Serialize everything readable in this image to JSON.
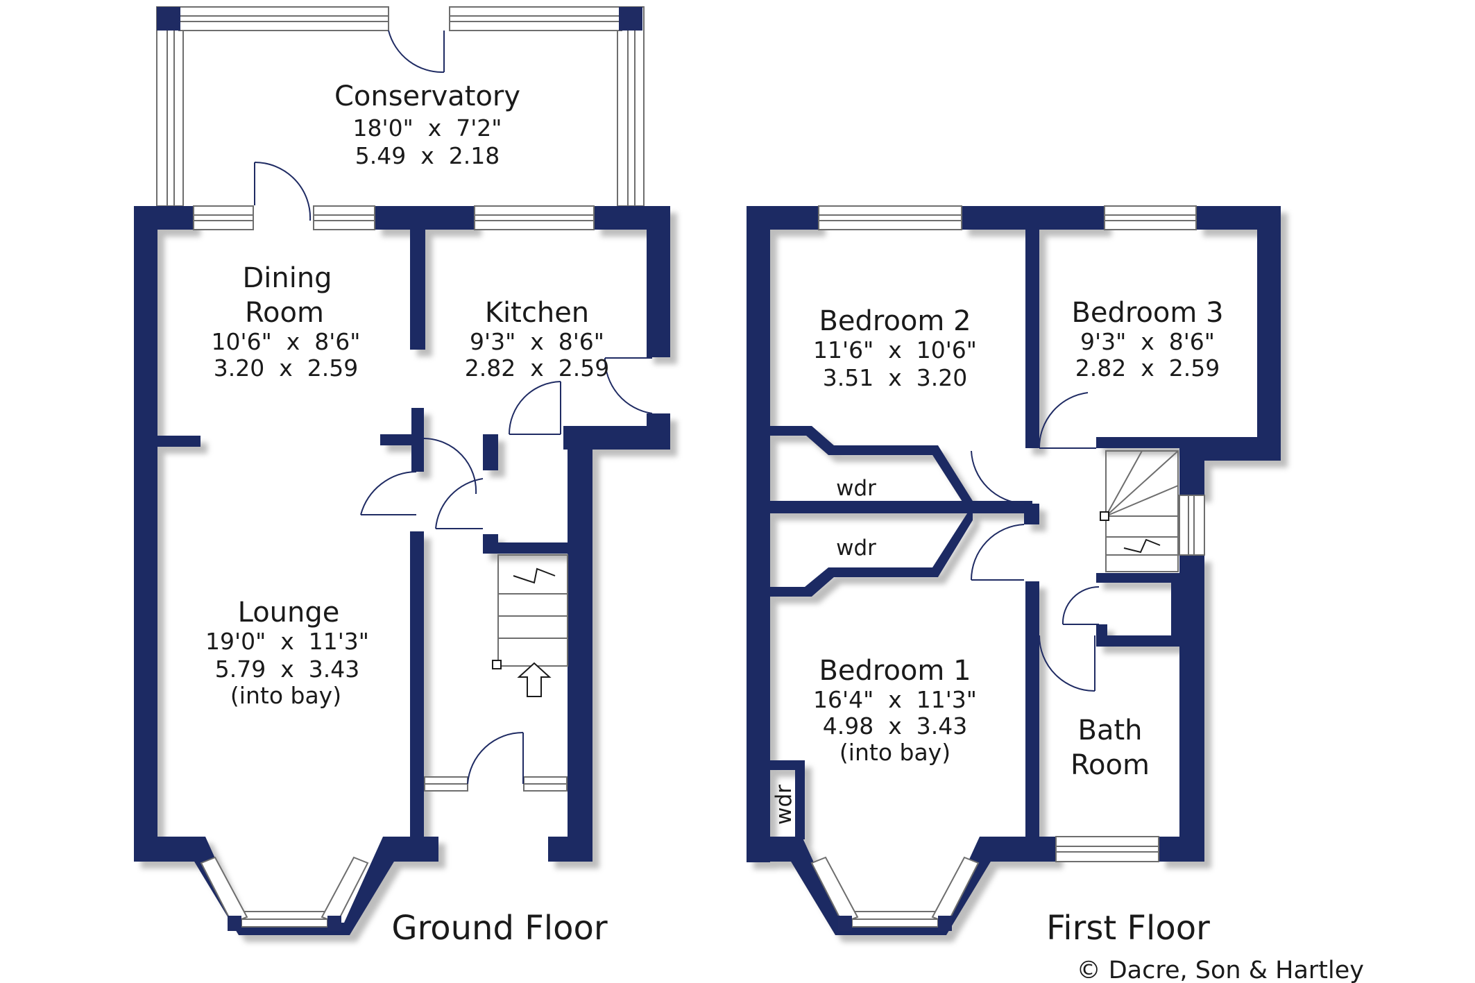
{
  "colors": {
    "wall": "#1f2b63",
    "shadow": "#c9c9c9",
    "window_fill": "#ffffff",
    "window_line": "#6e6e6e",
    "door_line": "#1f2b63",
    "text": "#1a1a1a"
  },
  "ground_floor": {
    "label": "Ground Floor",
    "rooms": {
      "conservatory": {
        "name": "Conservatory",
        "imperial": "18'0\"  x  7'2\"",
        "metric": "5.49  x  2.18"
      },
      "dining": {
        "name_line1": "Dining",
        "name_line2": "Room",
        "imperial": "10'6\"  x  8'6\"",
        "metric": "3.20  x  2.59"
      },
      "kitchen": {
        "name": "Kitchen",
        "imperial": "9'3\"  x  8'6\"",
        "metric": "2.82  x  2.59"
      },
      "lounge": {
        "name": "Lounge",
        "imperial": "19'0\"  x  11'3\"",
        "metric": "5.79  x  3.43",
        "note": "(into bay)"
      }
    }
  },
  "first_floor": {
    "label": "First Floor",
    "rooms": {
      "bedroom2": {
        "name": "Bedroom 2",
        "imperial": "11'6\"  x  10'6\"",
        "metric": "3.51  x  3.20"
      },
      "bedroom3": {
        "name": "Bedroom 3",
        "imperial": "9'3\"  x  8'6\"",
        "metric": "2.82  x  2.59"
      },
      "bedroom1": {
        "name": "Bedroom 1",
        "imperial": "16'4\"  x  11'3\"",
        "metric": "4.98  x  3.43",
        "note": "(into bay)"
      },
      "bathroom": {
        "name_line1": "Bath",
        "name_line2": "Room"
      },
      "wardrobe_upper": "wdr",
      "wardrobe_lower": "wdr",
      "wardrobe_bed1": "wdr"
    }
  },
  "copyright": "© Dacre, Son & Hartley"
}
